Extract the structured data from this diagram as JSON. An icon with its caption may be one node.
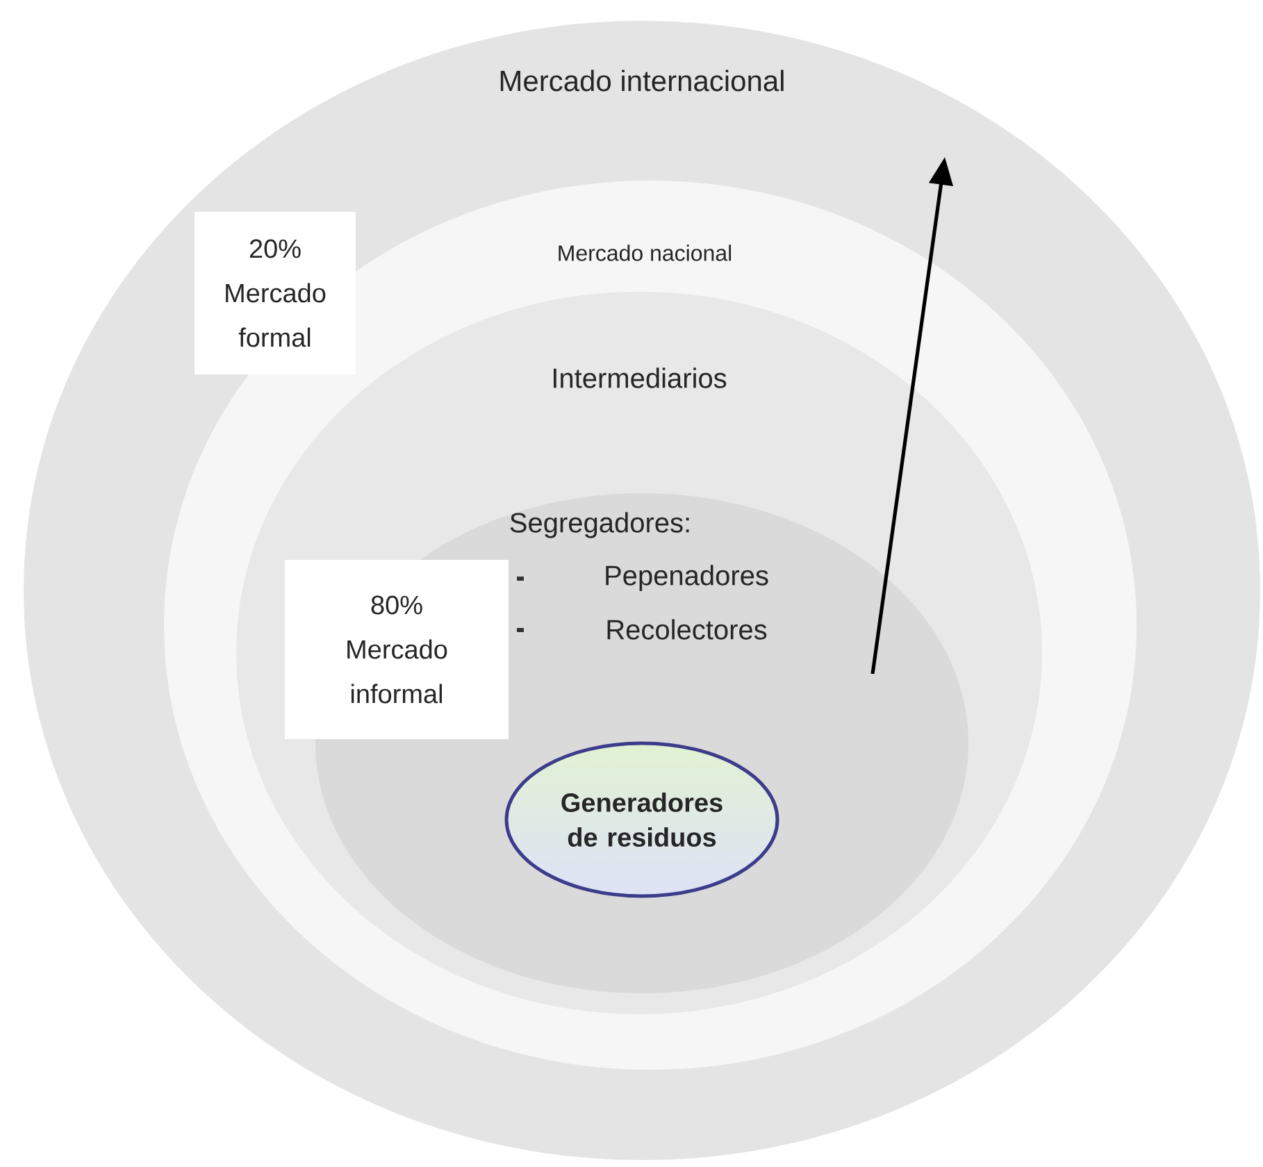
{
  "diagram": {
    "nodes": [
      {
        "text": [
          "Mercado internacional"
        ]
      },
      {
        "text": [
          "Mercado nacional"
        ],
        "in": 0
      },
      {
        "text": [
          "Intermediarios"
        ],
        "in": 1
      },
      {
        "text": [
          "Segregadores:",
          "Pepenadores",
          "Recolectores"
        ],
        "in": 2
      },
      {
        "text": [
          "Generadores de residuos"
        ],
        "in": 3
      },
      {
        "text": [
          "20% Mercado formal"
        ],
        "in": 0
      },
      {
        "text": [
          "80% Mercado informal"
        ],
        "in": 2
      }
    ],
    "edges": [
      {
        "from": 3,
        "to": 0,
        "arrow": "to"
      }
    ]
  }
}
